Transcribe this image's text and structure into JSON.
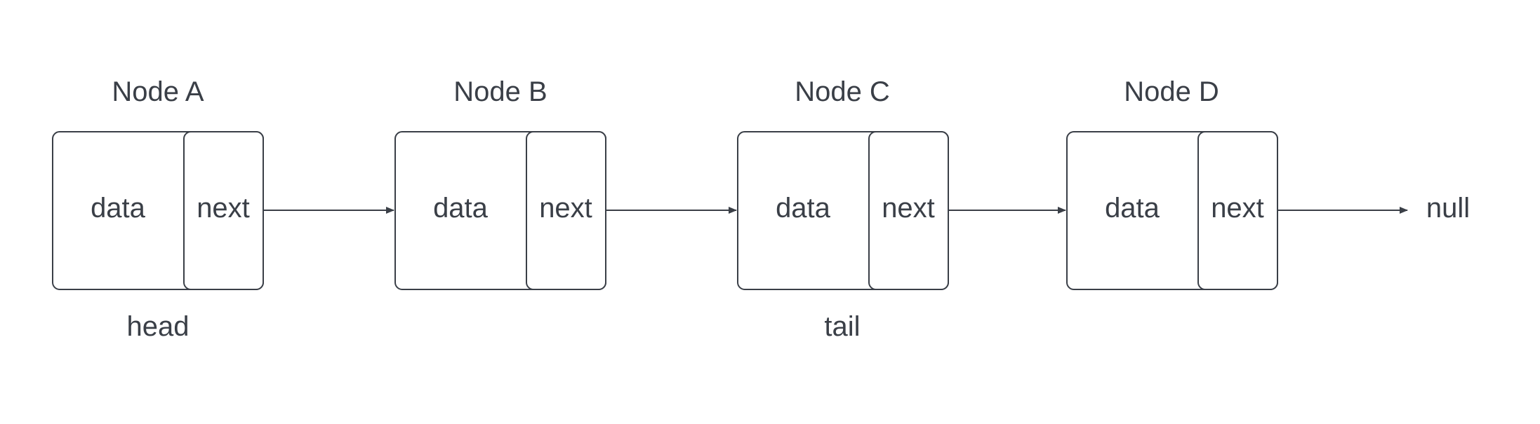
{
  "colors": {
    "stroke": "#3a3f47",
    "text": "#3a3f47",
    "background": "#ffffff"
  },
  "nodes": [
    {
      "title": "Node A",
      "data_label": "data",
      "next_label": "next",
      "pointer_label": "head"
    },
    {
      "title": "Node B",
      "data_label": "data",
      "next_label": "next",
      "pointer_label": ""
    },
    {
      "title": "Node C",
      "data_label": "data",
      "next_label": "next",
      "pointer_label": "tail"
    },
    {
      "title": "Node D",
      "data_label": "data",
      "next_label": "next",
      "pointer_label": ""
    }
  ],
  "terminal": {
    "label": "null"
  }
}
